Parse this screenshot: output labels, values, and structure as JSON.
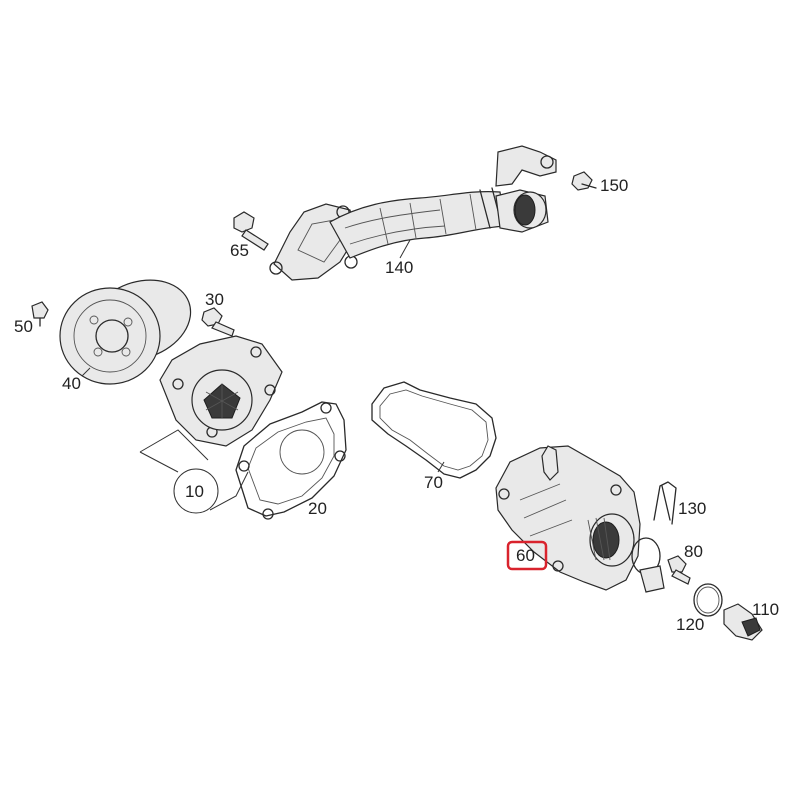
{
  "labels": {
    "p10": "10",
    "p20": "20",
    "p30": "30",
    "p40": "40",
    "p50": "50",
    "p60": "60",
    "p65": "65",
    "p70": "70",
    "p80": "80",
    "p110": "110",
    "p120": "120",
    "p130": "130",
    "p140": "140",
    "p150": "150"
  },
  "highlight": {
    "part": "60",
    "color": "#d9232d"
  }
}
